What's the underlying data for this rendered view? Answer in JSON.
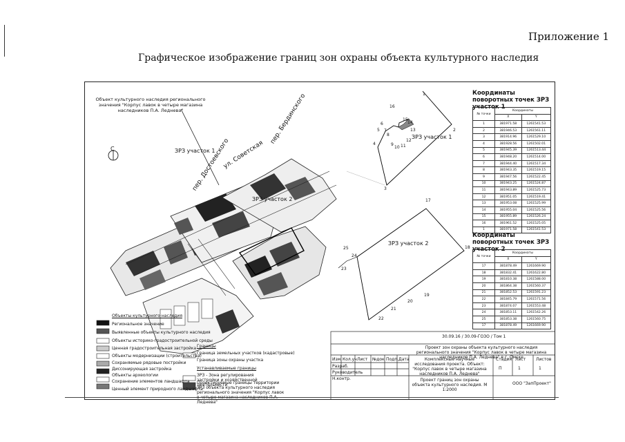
{
  "header": {
    "appendix": "Приложение 1",
    "title": "Графическое изображение границ зон охраны объекта культурного наследия"
  },
  "object_callout": "Объект культурного наследия регионального значения \"Корпус лавок в четыре магазина наследников П.А. Леднева\"",
  "map_labels": {
    "zone1": "ЗРЗ участок 1",
    "zone2": "ЗРЗ участок 2",
    "north": "С"
  },
  "streets": {
    "sovetskaya": "ул. Советская",
    "berdinsky": "пер. Бердинского",
    "dostoevsky": "пер. Достоевского"
  },
  "zone1_table": {
    "title": "Координаты поворотных точек ЗРЗ участок 1",
    "headers": [
      "№ точки",
      "Координаты",
      "X",
      "Y"
    ],
    "rows": [
      [
        "1",
        "381971.58",
        "1261541.53"
      ],
      [
        "2",
        "381946.53",
        "1261561.11"
      ],
      [
        "3",
        "381914.96",
        "1261529.10"
      ],
      [
        "4",
        "381928.56",
        "1261502.01"
      ],
      [
        "5",
        "381945.39",
        "1261513.44"
      ],
      [
        "6",
        "381948.20",
        "1261514.00"
      ],
      [
        "7",
        "381944.40",
        "1261517.34"
      ],
      [
        "8",
        "381943.35",
        "1261519.15"
      ],
      [
        "9",
        "381947.56",
        "1261522.45"
      ],
      [
        "10",
        "381943.25",
        "1261524.87"
      ],
      [
        "11",
        "381943.89",
        "1261525.73"
      ],
      [
        "12",
        "381951.05",
        "1261519.41"
      ],
      [
        "13",
        "381953.08",
        "1261525.99"
      ],
      [
        "14",
        "381955.04",
        "1261525.56"
      ],
      [
        "15",
        "381955.89",
        "1261526.24"
      ],
      [
        "16",
        "381961.52",
        "1261525.05"
      ],
      [
        "1",
        "381971.58",
        "1261541.53"
      ]
    ]
  },
  "zone2_table": {
    "title": "Координаты поворотных точек ЗРЗ участок 2",
    "headers": [
      "№ точки",
      "Координаты",
      "X",
      "Y"
    ],
    "rows": [
      [
        "17",
        "381878.49",
        "1261669.90"
      ],
      [
        "18",
        "381832.41",
        "1261622.80"
      ],
      [
        "19",
        "381810.38",
        "1261588.00"
      ],
      [
        "20",
        "381864.38",
        "1261560.37"
      ],
      [
        "21",
        "381852.53",
        "1261591.23"
      ],
      [
        "22",
        "381845.79",
        "1261571.56"
      ],
      [
        "23",
        "381874.07",
        "1261553.48"
      ],
      [
        "24",
        "381853.11",
        "1261542.26"
      ],
      [
        "25",
        "381853.38",
        "1261560.75"
      ],
      [
        "17",
        "381878.49",
        "1261669.90"
      ]
    ]
  },
  "points": {
    "p1": "1",
    "p2": "2",
    "p3": "3",
    "p4": "4",
    "p5": "5",
    "p6": "6",
    "p7": "7",
    "p8": "8",
    "p9": "9",
    "p10": "10",
    "p11": "11",
    "p12": "12",
    "p13": "13",
    "p14": "14",
    "p15": "15",
    "p16": "16",
    "p17": "17",
    "p18": "18",
    "p19": "19",
    "p20": "20",
    "p21": "21",
    "p22": "22",
    "p23": "23",
    "p24": "24",
    "p25": "25"
  },
  "legend": {
    "heading1": "Объекты культурного наследия",
    "items1": [
      "Региональное значение",
      "Выявленные объекты культурного наследия",
      "Объекты историко-градостроительной среды"
    ],
    "items2": [
      "Ценная градостроительная застройка",
      "Объекты модернизации (строительства)",
      "Сохраняемые рядовые постройки",
      "Диссонирующая застройка",
      "Объекты археологии",
      "Сохранение элементов ландшафта",
      "Ценный элемент природного ландшафта"
    ],
    "borders_heading": "Границы",
    "borders_items": [
      "Граница земельных участков (кадастровые)",
      "Граница зоны охраны участка"
    ],
    "zone_heading": "Устанавливаемые границы",
    "zone_items": [
      "ЗРЗ - Зона регулирования застройки и хозяйственной деятельности",
      "Проектируемые границы территории ЗРЗ объекта культурного наследия регионального значения \"Корпус лавок в четыре магазина наследников П.А. Леднева\""
    ]
  },
  "title_block": {
    "code": "30.09.16 / 30.09-ГОЗО / Том 1",
    "description": "Проект зон охраны объекта культурного наследия регионального значения \"Корпус лавок в четыре магазина наследников П.А. Леднева\" в г. Омске",
    "work": "Комплексные научные исследования проекта. Объект: \"Корпус лавок в четыре магазина наследников П.А. Леднева\"",
    "sheet_title": "Проект границ зон охраны объекта культурного наследия. М 1:2000",
    "org": "ООО \"ЗапПроект\"",
    "stage_h": "Стадия",
    "sheet_h": "Лист",
    "sheets_h": "Листов",
    "stage": "П",
    "sheet": "1",
    "sheets": "1",
    "cols": [
      "Изм.",
      "Кол.уч",
      "Лист",
      "№док",
      "Подп.",
      "Дата"
    ],
    "roles": [
      "Разраб.",
      "Руководитель",
      "Н.контр."
    ]
  }
}
